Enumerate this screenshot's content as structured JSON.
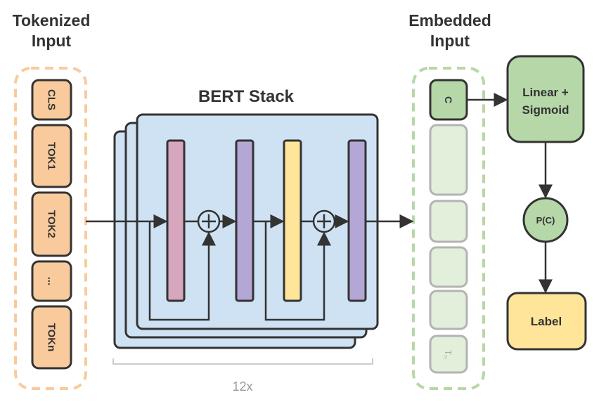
{
  "titles": {
    "tokenized_1": "Tokenized",
    "tokenized_2": "Input",
    "embedded_1": "Embedded",
    "embedded_2": "Input",
    "bert": "BERT Stack",
    "repeat": "12x"
  },
  "tokens": [
    "CLS",
    "TOK1",
    "TOK2",
    "...",
    "TOKn"
  ],
  "embedded": {
    "first": "C",
    "last": "T",
    "last_sub": "n"
  },
  "head": {
    "line1": "Linear +",
    "line2": "Sigmoid",
    "prob": "P(C)",
    "label": "Label"
  },
  "colors": {
    "token": "#f9cb9c",
    "embed": "#b6d7a8",
    "embed_faded": "#e2efda",
    "stack": "#cfe2f3",
    "attention": "#d5a6bd",
    "norm": "#b4a7d6",
    "ffn": "#ffe599",
    "label": "#ffe599"
  }
}
